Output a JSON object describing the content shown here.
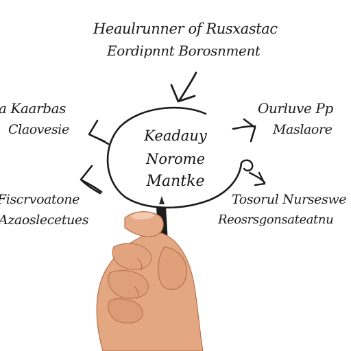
{
  "top": {
    "line1": "Heaulrunner of Rusxastac",
    "line2": "Eordipnnt Borosnment"
  },
  "center": {
    "line1": "Keadauy",
    "line2": "Norome",
    "line3": "Mantke"
  },
  "left_upper": {
    "line1": "la Kaarbas",
    "line2": "Claovesie"
  },
  "right_upper": {
    "line1": "Ourluve Pp",
    "line2": "Maslaore"
  },
  "left_lower": {
    "line1": "Fiscrvoatone",
    "line2": "Azaoslecetues"
  },
  "right_lower": {
    "line1": "Tosorul Nurseswe",
    "line2": "Reosrsgonsateatnu"
  },
  "colors": {
    "ink": "#1b1b1b",
    "background": "#ffffff",
    "skin": "#e0a27c",
    "skin_shadow": "#b86f4c",
    "pen": "#1c1c1c"
  }
}
